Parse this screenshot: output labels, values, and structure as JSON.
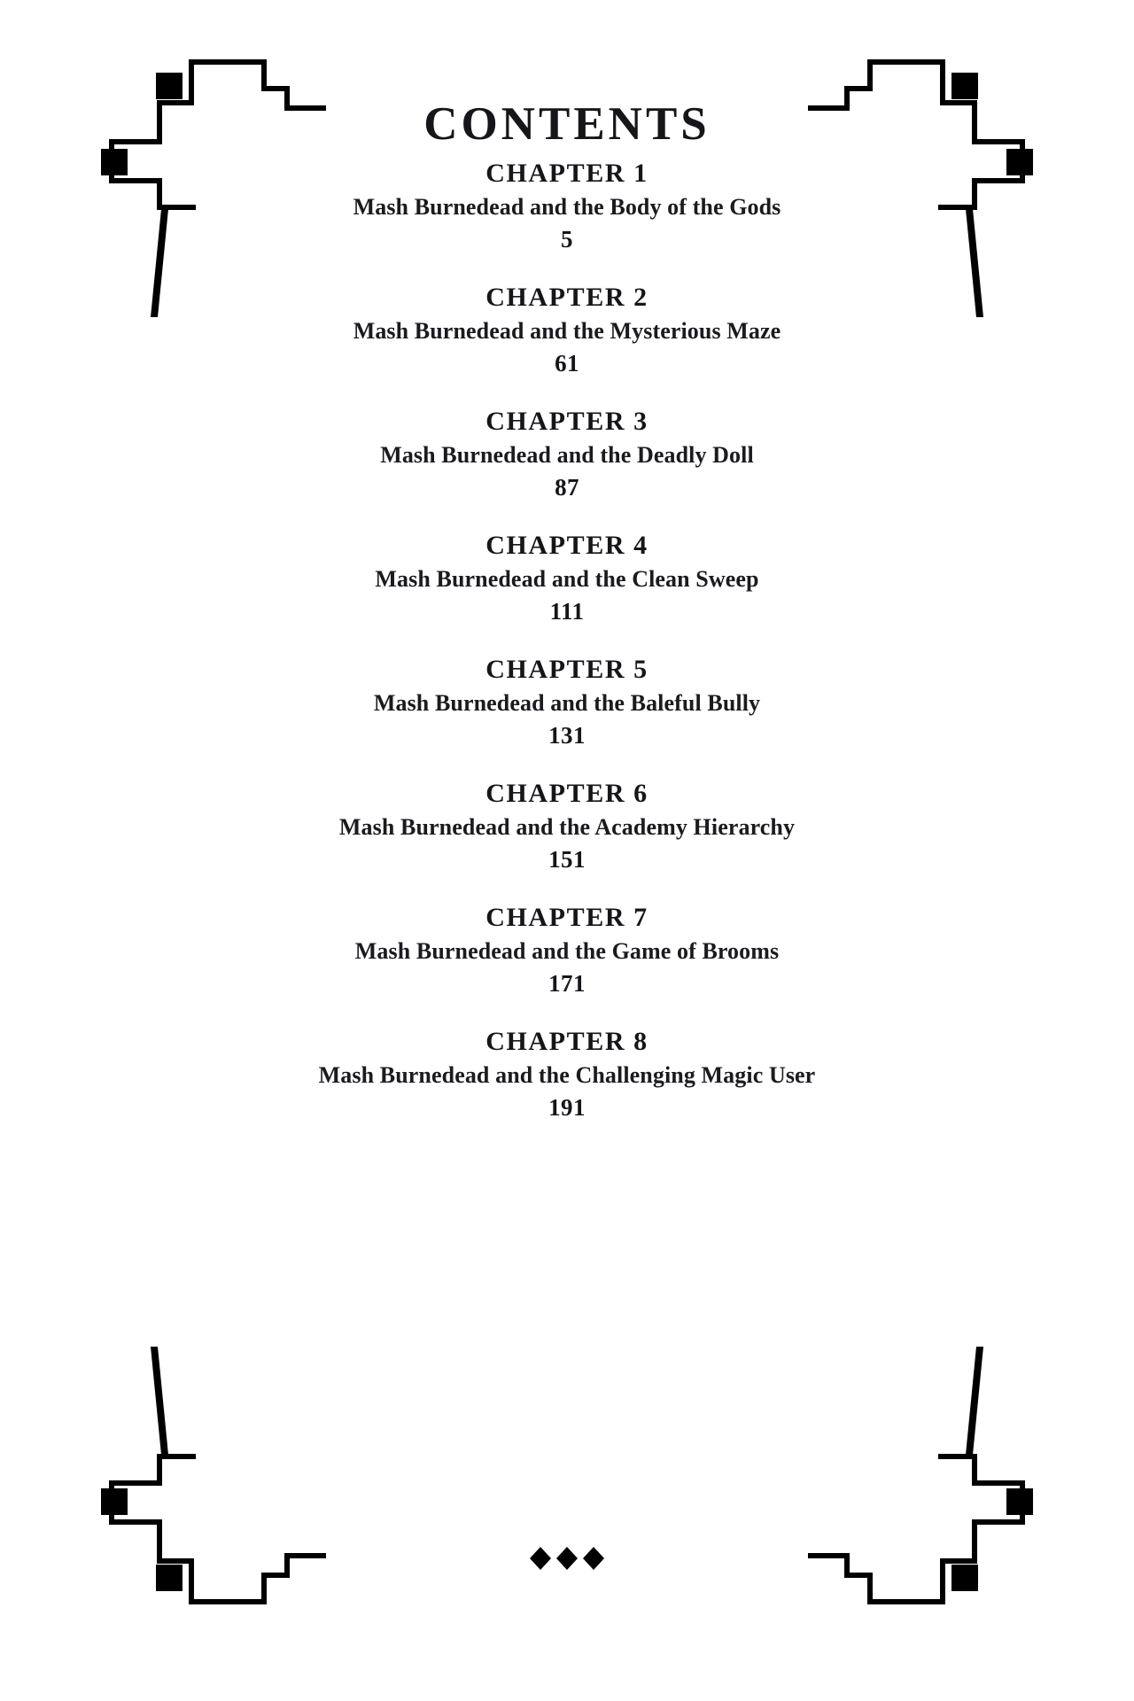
{
  "page": {
    "title": "CONTENTS",
    "background_color": "#ffffff",
    "text_color": "#16161a"
  },
  "contents": [
    {
      "chapter_label": "CHAPTER 1",
      "chapter_title": "Mash Burnedead and the Body of the Gods",
      "page_number": "5"
    },
    {
      "chapter_label": "CHAPTER 2",
      "chapter_title": "Mash Burnedead and the Mysterious Maze",
      "page_number": "61"
    },
    {
      "chapter_label": "CHAPTER 3",
      "chapter_title": "Mash Burnedead and the Deadly Doll",
      "page_number": "87"
    },
    {
      "chapter_label": "CHAPTER 4",
      "chapter_title": "Mash Burnedead and the Clean Sweep",
      "page_number": "111"
    },
    {
      "chapter_label": "CHAPTER 5",
      "chapter_title": "Mash Burnedead and the Baleful Bully",
      "page_number": "131"
    },
    {
      "chapter_label": "CHAPTER 6",
      "chapter_title": "Mash Burnedead and the Academy Hierarchy",
      "page_number": "151"
    },
    {
      "chapter_label": "CHAPTER 7",
      "chapter_title": "Mash Burnedead and the Game of Brooms",
      "page_number": "171"
    },
    {
      "chapter_label": "CHAPTER 8",
      "chapter_title": "Mash Burnedead and the Challenging Magic User",
      "page_number": "191"
    }
  ],
  "ornaments": {
    "corner_icon_name": "stepped-corner-ornament",
    "count": 4,
    "color": "#000000",
    "positions": [
      "top-left",
      "top-right",
      "bottom-left",
      "bottom-right"
    ]
  },
  "divider": {
    "icon_name": "three-diamonds-divider",
    "diamond_count": 3,
    "color": "#000000"
  }
}
